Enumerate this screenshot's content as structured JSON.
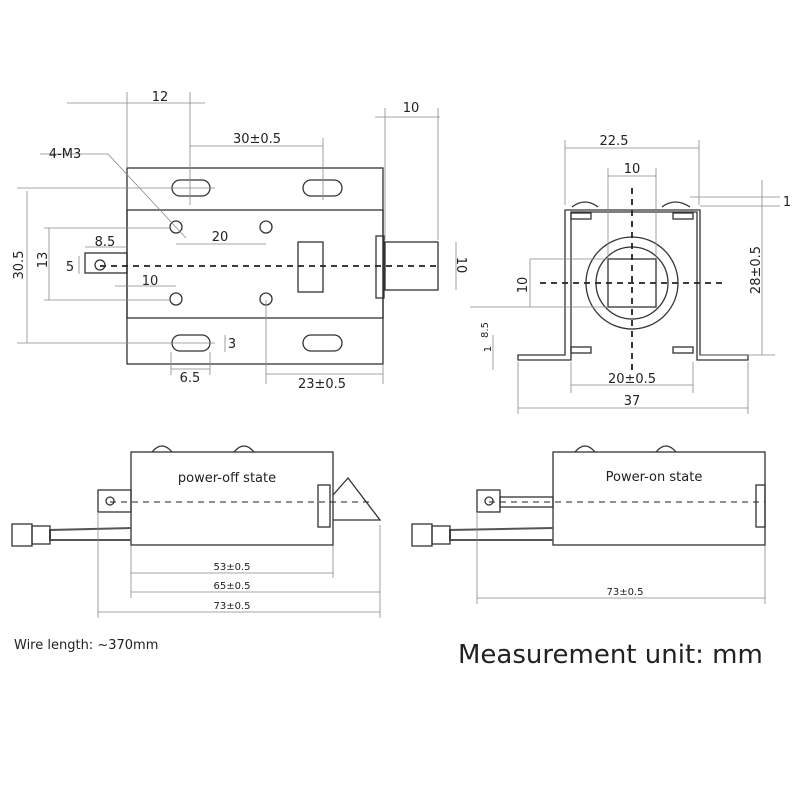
{
  "top_view": {
    "dims": [
      "12",
      "10",
      "30±0.5",
      "4-M3",
      "30.5",
      "13",
      "8.5",
      "5",
      "10",
      "20",
      "3",
      "6.5",
      "23±0.5",
      "10"
    ]
  },
  "front_view": {
    "dims": [
      "22.5",
      "10",
      "1",
      "28±0.5",
      "10",
      "8.5",
      "1",
      "20±0.5",
      "37"
    ]
  },
  "power_off": {
    "label": "power-off state",
    "dims": [
      "53±0.5",
      "65±0.5",
      "73±0.5"
    ]
  },
  "power_on": {
    "label": "Power-on state",
    "dims": [
      "73±0.5"
    ]
  },
  "wire_length": "Wire length: ~370mm",
  "unit_note": "Measurement unit: mm"
}
